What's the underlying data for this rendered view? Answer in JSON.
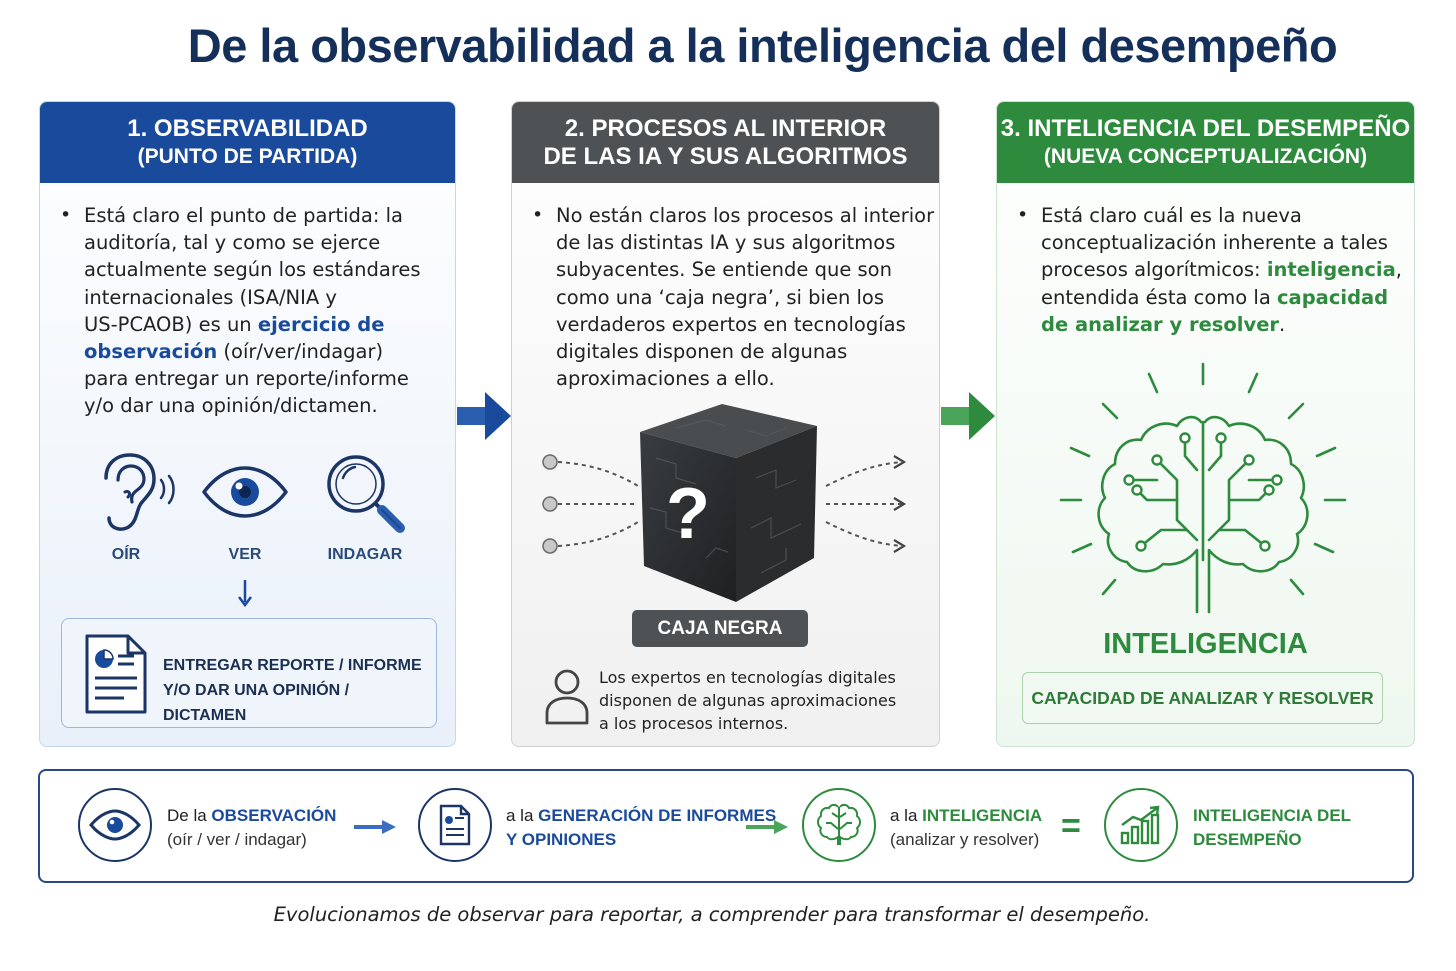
{
  "title": "De la observabilidad a la inteligencia del desempeño",
  "panel1": {
    "header_line1": "1. OBSERVABILIDAD",
    "header_line2": "(PUNTO DE PARTIDA)",
    "bullet_lines": [
      "Está claro el punto de partida: la",
      "auditoría, tal y como se ejerce",
      "actualmente según los estándares",
      "internacionales (ISA/NIA y",
      "US-PCAOB) es un",
      "ejercicio de",
      "observación",
      "(oír/ver/indagar)",
      "para entregar un reporte/informe",
      "y/o dar una opinión/dictamen."
    ],
    "icons": [
      {
        "label": "OÍR",
        "icon": "ear-icon"
      },
      {
        "label": "VER",
        "icon": "eye-icon"
      },
      {
        "label": "INDAGAR",
        "icon": "magnifier-icon"
      }
    ],
    "report_line1": "ENTREGAR REPORTE / INFORME",
    "report_line2": "Y/O DAR UNA OPINIÓN / DICTAMEN"
  },
  "panel2": {
    "header_line1": "2. PROCESOS AL INTERIOR",
    "header_line2": "DE LAS IA Y SUS ALGORITMOS",
    "bullet_lines": [
      "No están claros los procesos al interior",
      "de las distintas IA y sus algoritmos",
      "subyacentes. Se entiende que son",
      "como una ‘caja negra’, si bien los",
      "verdaderos expertos en tecnologías",
      "digitales disponen de algunas",
      "aproximaciones a ello."
    ],
    "cube_symbol": "?",
    "cube_label": "CAJA NEGRA",
    "expert_lines": [
      "Los expertos en tecnologías digitales",
      "disponen de algunas aproximaciones",
      "a los procesos internos."
    ]
  },
  "panel3": {
    "header_line1": "3. INTELIGENCIA DEL DESEMPEÑO",
    "header_line2": "(NUEVA CONCEPTUALIZACIÓN)",
    "bullet_lines": [
      "Está claro cuál es la nueva",
      "conceptualización inherente a tales",
      "procesos algorítmicos:",
      "inteligencia",
      ",",
      "entendida ésta como la",
      "capacidad",
      "de analizar y resolver",
      "."
    ],
    "intel_title": "INTELIGENCIA",
    "intel_box": "CAPACIDAD DE ANALIZAR Y RESOLVER"
  },
  "bottom": {
    "step1_prefix": "De la",
    "step1_bold": "OBSERVACIÓN",
    "step1_sub": "(oír / ver / indagar)",
    "step2_prefix": "a la",
    "step2_bold1": "GENERACIÓN DE INFORMES",
    "step2_bold2": "Y OPINIONES",
    "step3_prefix": "a la",
    "step3_bold": "INTELIGENCIA",
    "step3_sub": "(analizar y resolver)",
    "equals": "=",
    "result_line1": "INTELIGENCIA DEL",
    "result_line2": "DESEMPEÑO"
  },
  "footer": "Evolucionamos de observar para reportar, a comprender para transformar el desempeño.",
  "colors": {
    "blue": "#1a4a9c",
    "gray": "#4f5254",
    "green": "#2e8b3e",
    "title": "#14305a"
  }
}
